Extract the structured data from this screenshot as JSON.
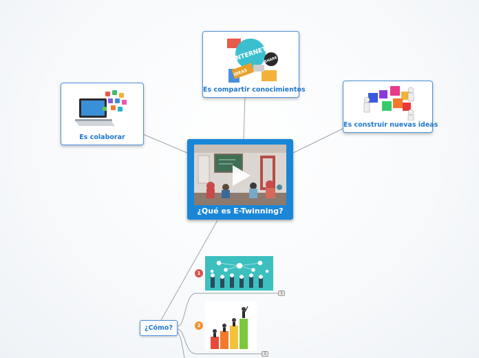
{
  "central": {
    "label": "¿Qué es E-Twinning?"
  },
  "branches": [
    {
      "id": "share",
      "label": "Es compartir conocimientos",
      "image_words": [
        "INTERNET",
        "IDEAS",
        "SHARE"
      ]
    },
    {
      "id": "collaborate",
      "label": "Es colaborar"
    },
    {
      "id": "build",
      "label": "Es construir nuevas ideas"
    }
  ],
  "how": {
    "label": "¿Cómo?",
    "items": [
      {
        "number": "1",
        "badge_color": "#d9534f",
        "child_count": "1"
      },
      {
        "number": "2",
        "badge_color": "#f0922a",
        "child_count": "1"
      }
    ]
  },
  "colors": {
    "accent": "#1a86d8",
    "node_border": "#4a90d9",
    "label_text": "#1f77c9",
    "connector": "#9aa3ad"
  }
}
